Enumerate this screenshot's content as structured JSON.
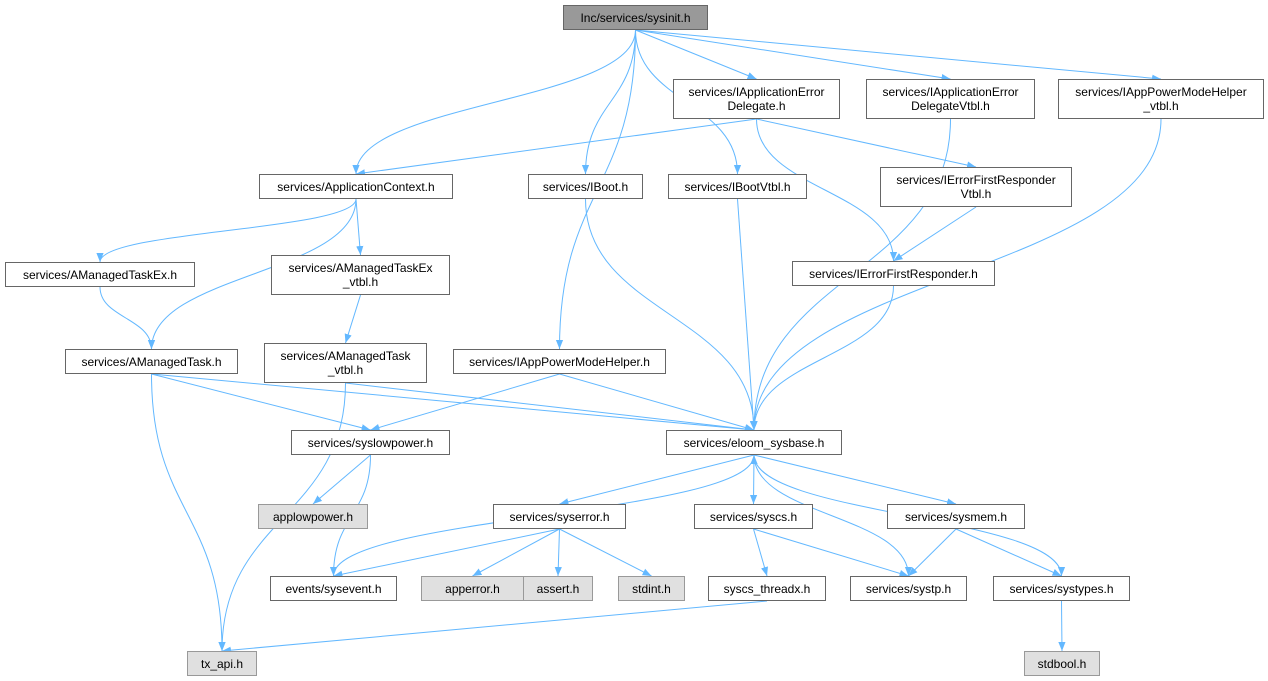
{
  "title": "Inc/services/sysinit.h",
  "colors": {
    "edge": "#63b8ff",
    "node_border": "#666666",
    "root_fill": "#999999",
    "external_fill": "#e0e0e0"
  },
  "nodes": [
    {
      "id": "sysinit",
      "label": "Inc/services/sysinit.h",
      "kind": "root"
    },
    {
      "id": "iappErrDel",
      "label": "services/IApplicationError\nDelegate.h",
      "kind": "local"
    },
    {
      "id": "iappErrDelVtbl",
      "label": "services/IApplicationError\nDelegateVtbl.h",
      "kind": "local"
    },
    {
      "id": "iappPowerVtbl",
      "label": "services/IAppPowerModeHelper\n_vtbl.h",
      "kind": "local"
    },
    {
      "id": "appContext",
      "label": "services/ApplicationContext.h",
      "kind": "local"
    },
    {
      "id": "iboot",
      "label": "services/IBoot.h",
      "kind": "local"
    },
    {
      "id": "ibootVtbl",
      "label": "services/IBootVtbl.h",
      "kind": "local"
    },
    {
      "id": "ierrFirstVtbl",
      "label": "services/IErrorFirstResponder\nVtbl.h",
      "kind": "local"
    },
    {
      "id": "amtEx",
      "label": "services/AManagedTaskEx.h",
      "kind": "local"
    },
    {
      "id": "amtExVtbl",
      "label": "services/AManagedTaskEx\n_vtbl.h",
      "kind": "local"
    },
    {
      "id": "ierrFirst",
      "label": "services/IErrorFirstResponder.h",
      "kind": "local"
    },
    {
      "id": "amt",
      "label": "services/AManagedTask.h",
      "kind": "local"
    },
    {
      "id": "amtVtbl",
      "label": "services/AManagedTask\n_vtbl.h",
      "kind": "local"
    },
    {
      "id": "iappPower",
      "label": "services/IAppPowerModeHelper.h",
      "kind": "local"
    },
    {
      "id": "syslowpower",
      "label": "services/syslowpower.h",
      "kind": "local"
    },
    {
      "id": "eloom",
      "label": "services/eloom_sysbase.h",
      "kind": "local"
    },
    {
      "id": "applowpower",
      "label": "applowpower.h",
      "kind": "external"
    },
    {
      "id": "syserror",
      "label": "services/syserror.h",
      "kind": "local"
    },
    {
      "id": "syscs",
      "label": "services/syscs.h",
      "kind": "local"
    },
    {
      "id": "sysmem",
      "label": "services/sysmem.h",
      "kind": "local"
    },
    {
      "id": "sysevent",
      "label": "events/sysevent.h",
      "kind": "local"
    },
    {
      "id": "apperror",
      "label": "apperror.h",
      "kind": "external"
    },
    {
      "id": "assert",
      "label": "assert.h",
      "kind": "external"
    },
    {
      "id": "stdint",
      "label": "stdint.h",
      "kind": "external"
    },
    {
      "id": "syscsThreadx",
      "label": "syscs_threadx.h",
      "kind": "local"
    },
    {
      "id": "systp",
      "label": "services/systp.h",
      "kind": "local"
    },
    {
      "id": "systypes",
      "label": "services/systypes.h",
      "kind": "local"
    },
    {
      "id": "txapi",
      "label": "tx_api.h",
      "kind": "external"
    },
    {
      "id": "stdbool",
      "label": "stdbool.h",
      "kind": "external"
    }
  ],
  "edges": [
    [
      "sysinit",
      "iappErrDel"
    ],
    [
      "sysinit",
      "iappErrDelVtbl"
    ],
    [
      "sysinit",
      "iappPowerVtbl"
    ],
    [
      "sysinit",
      "appContext"
    ],
    [
      "sysinit",
      "iboot"
    ],
    [
      "sysinit",
      "ibootVtbl"
    ],
    [
      "sysinit",
      "iappPower"
    ],
    [
      "iappErrDel",
      "appContext"
    ],
    [
      "iappErrDel",
      "ierrFirstVtbl"
    ],
    [
      "iappErrDel",
      "ierrFirst"
    ],
    [
      "iappErrDelVtbl",
      "eloom"
    ],
    [
      "iappPowerVtbl",
      "eloom"
    ],
    [
      "appContext",
      "amtEx"
    ],
    [
      "appContext",
      "amtExVtbl"
    ],
    [
      "appContext",
      "amt"
    ],
    [
      "iboot",
      "eloom"
    ],
    [
      "ibootVtbl",
      "eloom"
    ],
    [
      "ierrFirstVtbl",
      "ierrFirst"
    ],
    [
      "ierrFirst",
      "eloom"
    ],
    [
      "amtEx",
      "amt"
    ],
    [
      "amtExVtbl",
      "amtVtbl"
    ],
    [
      "amt",
      "syslowpower"
    ],
    [
      "amt",
      "eloom"
    ],
    [
      "amt",
      "txapi"
    ],
    [
      "amtVtbl",
      "eloom"
    ],
    [
      "amtVtbl",
      "txapi"
    ],
    [
      "iappPower",
      "syslowpower"
    ],
    [
      "iappPower",
      "eloom"
    ],
    [
      "syslowpower",
      "applowpower"
    ],
    [
      "syslowpower",
      "sysevent"
    ],
    [
      "eloom",
      "syserror"
    ],
    [
      "eloom",
      "syscs"
    ],
    [
      "eloom",
      "sysmem"
    ],
    [
      "eloom",
      "systp"
    ],
    [
      "eloom",
      "systypes"
    ],
    [
      "sysevent",
      "eloom"
    ],
    [
      "syserror",
      "sysevent"
    ],
    [
      "syserror",
      "apperror"
    ],
    [
      "syserror",
      "assert"
    ],
    [
      "syserror",
      "stdint"
    ],
    [
      "syscs",
      "syscsThreadx"
    ],
    [
      "syscs",
      "systp"
    ],
    [
      "sysmem",
      "systp"
    ],
    [
      "sysmem",
      "systypes"
    ],
    [
      "syscsThreadx",
      "txapi"
    ],
    [
      "systypes",
      "stdbool"
    ]
  ]
}
